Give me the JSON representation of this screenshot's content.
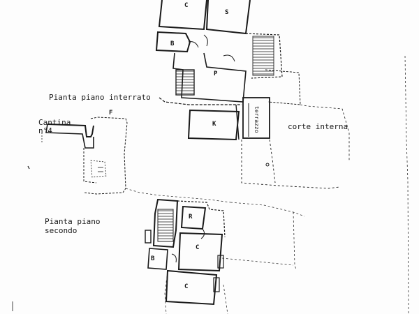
{
  "labels": {
    "basement_plan": "Pianta piano interrato",
    "cellar": "Cantina",
    "cellar_number": "n°4",
    "inner_court": "corte interna",
    "second_floor_line1": "Pianta piano",
    "second_floor_line2": "secondo",
    "terrace_vertical": "terrazzo"
  },
  "rooms": {
    "c_top": "C",
    "s_top": "S",
    "b_top": "B",
    "p_mid": "P",
    "k_mid": "K",
    "r_second": "R",
    "c_second_a": "C",
    "b_second": "B",
    "c_second_b": "C"
  },
  "marks": {
    "stair_tag": "F"
  }
}
